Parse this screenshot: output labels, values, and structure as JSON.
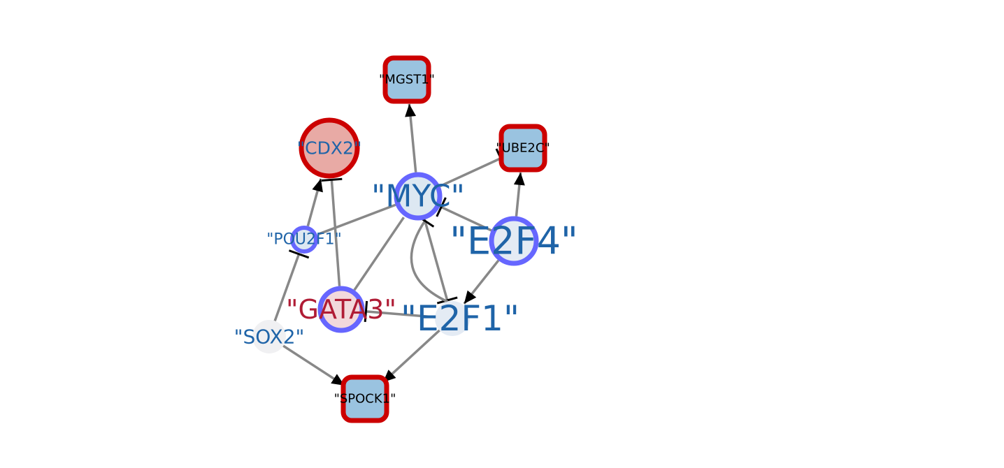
{
  "diagram": {
    "colors": {
      "edge": "#888888",
      "inhibit_bar": "#000000",
      "tf_ring": "#6666ff",
      "target_border": "#cc0000",
      "target_fill": "#9ac3e0",
      "label_blue": "#1f64a8",
      "label_red": "#b01c35",
      "label_black": "#000000"
    },
    "nodes": [
      {
        "id": "MYC",
        "label": "\"MYC\"",
        "kind": "tf",
        "fill": "#dde8f2",
        "label_color": "#1f64a8"
      },
      {
        "id": "E2F4",
        "label": "\"E2F4\"",
        "kind": "tf",
        "fill": "#e4ebf4",
        "label_color": "#1f64a8"
      },
      {
        "id": "E2F1",
        "label": "\"E2F1\"",
        "kind": "plain",
        "fill": "#e4ebf4",
        "label_color": "#1f64a8"
      },
      {
        "id": "POU2F1",
        "label": "\"POU2F1\"",
        "kind": "tf",
        "fill": "#dde8f2",
        "label_color": "#1f64a8"
      },
      {
        "id": "GATA3",
        "label": "\"GATA3\"",
        "kind": "tf",
        "fill": "#f2d9dc",
        "label_color": "#b01c35"
      },
      {
        "id": "SOX2",
        "label": "\"SOX2\"",
        "kind": "plain",
        "fill": "#f0f0f2",
        "label_color": "#1f64a8"
      },
      {
        "id": "CDX2",
        "label": "\"CDX2\"",
        "kind": "circle-target",
        "fill": "#e8aaa5",
        "label_color": "#1f64a8"
      },
      {
        "id": "MGST1",
        "label": "\"MGST1\"",
        "kind": "box-target",
        "fill": "#9ac3e0",
        "label_color": "#000000"
      },
      {
        "id": "UBE2C",
        "label": "\"UBE2C\"",
        "kind": "box-target",
        "fill": "#9ac3e0",
        "label_color": "#000000"
      },
      {
        "id": "SPOCK1",
        "label": "\"SPOCK1\"",
        "kind": "box-target",
        "fill": "#9ac3e0",
        "label_color": "#000000"
      }
    ],
    "edges": [
      {
        "source": "MYC",
        "target": "MGST1",
        "type": "activation"
      },
      {
        "source": "MYC",
        "target": "UBE2C",
        "type": "inhibition"
      },
      {
        "source": "MYC",
        "target": "POU2F1",
        "type": "undirected"
      },
      {
        "source": "MYC",
        "target": "E2F1",
        "type": "inhibition"
      },
      {
        "source": "E2F4",
        "target": "MYC",
        "type": "inhibition"
      },
      {
        "source": "E2F4",
        "target": "UBE2C",
        "type": "activation"
      },
      {
        "source": "E2F4",
        "target": "E2F1",
        "type": "activation"
      },
      {
        "source": "E2F1",
        "target": "MYC",
        "type": "inhibition"
      },
      {
        "source": "E2F1",
        "target": "SPOCK1",
        "type": "activation"
      },
      {
        "source": "E2F1",
        "target": "GATA3",
        "type": "inhibition"
      },
      {
        "source": "GATA3",
        "target": "MYC",
        "type": "undirected"
      },
      {
        "source": "GATA3",
        "target": "CDX2",
        "type": "inhibition"
      },
      {
        "source": "POU2F1",
        "target": "CDX2",
        "type": "activation"
      },
      {
        "source": "SOX2",
        "target": "POU2F1",
        "type": "inhibition"
      },
      {
        "source": "SOX2",
        "target": "SPOCK1",
        "type": "activation"
      }
    ]
  }
}
